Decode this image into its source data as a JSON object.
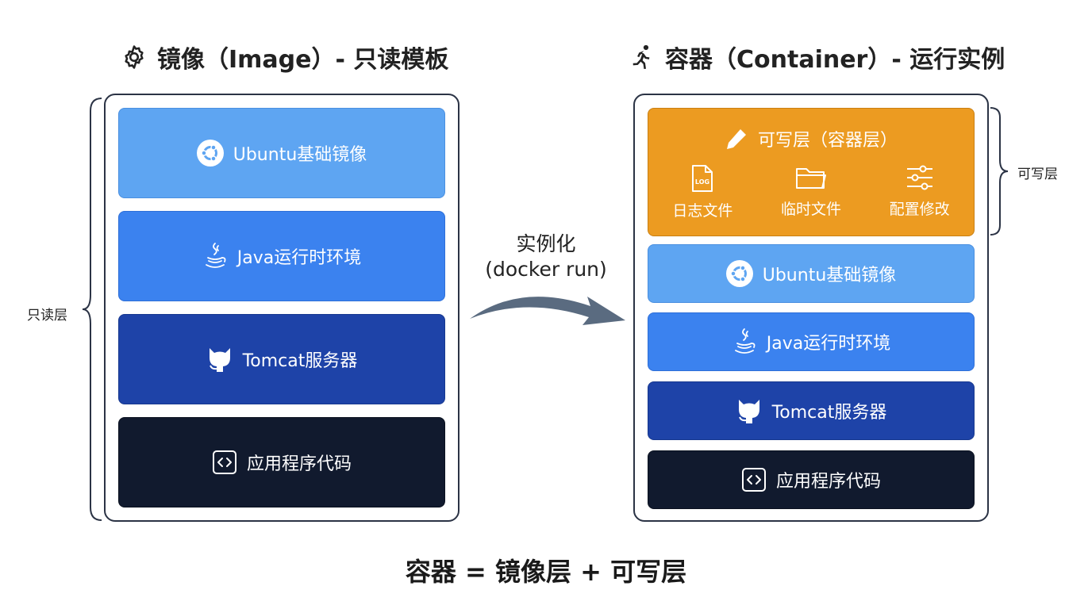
{
  "image_section": {
    "title": "镜像（Image）- 只读模板",
    "icon": "gear-icon",
    "brace_label": "只读层",
    "layers": [
      {
        "label": "Ubuntu基础镜像",
        "icon": "ubuntu-icon",
        "color": "#5ea5f2"
      },
      {
        "label": "Java运行时环境",
        "icon": "java-icon",
        "color": "#3b82ef"
      },
      {
        "label": "Tomcat服务器",
        "icon": "github-cat-icon",
        "color": "#1e43a8"
      },
      {
        "label": "应用程序代码",
        "icon": "code-icon",
        "color": "#111a2e"
      }
    ]
  },
  "transition": {
    "label_line1": "实例化",
    "label_line2": "(docker run)",
    "icon": "curved-arrow-icon"
  },
  "container_section": {
    "title": "容器（Container）- 运行实例",
    "icon": "running-person-icon",
    "brace_label": "可写层",
    "writable_layer": {
      "title": "可写层（容器层）",
      "icon": "pencil-icon",
      "color": "#ec9b21",
      "items": [
        {
          "label": "日志文件",
          "icon": "log-file-icon"
        },
        {
          "label": "临时文件",
          "icon": "folder-icon"
        },
        {
          "label": "配置修改",
          "icon": "sliders-icon"
        }
      ]
    },
    "layers": [
      {
        "label": "Ubuntu基础镜像",
        "icon": "ubuntu-icon",
        "color": "#5ea5f2"
      },
      {
        "label": "Java运行时环境",
        "icon": "java-icon",
        "color": "#3b82ef"
      },
      {
        "label": "Tomcat服务器",
        "icon": "github-cat-icon",
        "color": "#1e43a8"
      },
      {
        "label": "应用程序代码",
        "icon": "code-icon",
        "color": "#111a2e"
      }
    ]
  },
  "formula": "容器 = 镜像层 + 可写层"
}
